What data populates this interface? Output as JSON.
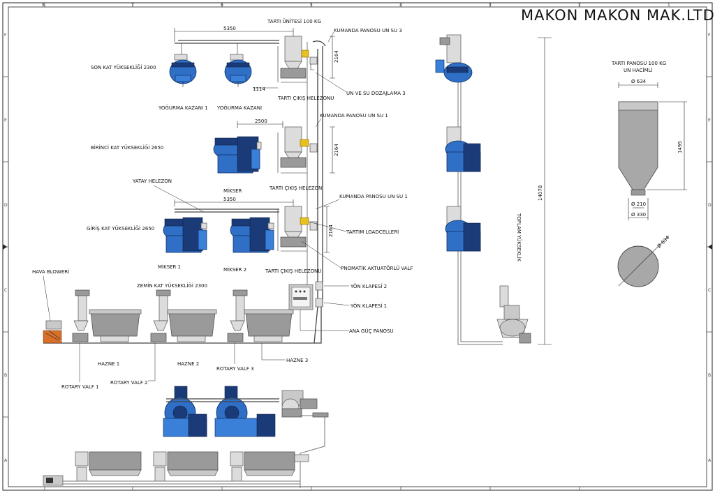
{
  "title": "MAKON MAKON MAK.LTD.",
  "frame": {
    "top_numbers": [
      "8",
      "7",
      "6",
      "5",
      "4",
      "3",
      "2",
      "1"
    ],
    "side_letters": [
      "F",
      "E",
      "D",
      "C",
      "B",
      "A"
    ]
  },
  "labels": {
    "tarti_unitesi": "TARTI  ÜNİTESİ  100 KG",
    "kumanda_3": "KUMANDA PANOSU UN SU 3",
    "son_kat": "SON KAT YÜKSEKLİĞİ 2300",
    "yogurma_1": "YOĞURMA KAZANI 1",
    "yogurma_2": "YOĞURMA KAZANI",
    "tarti_cikis_1": "TARTI ÇIKIŞ  HELEZONU",
    "un_su_dozaj": "UN VE SU DOZAJLAMA  3",
    "kumanda_1a": "KUMANDA PANOSU UN SU 1",
    "birinci_kat": "BİRİNCİ KAT YÜKSEKLİĞİ 2650",
    "mikser": "MİKSER",
    "tarti_cikis_2": "TARTI ÇIKIŞ  HELEZON",
    "yatay_helezon": "YATAY HELEZON",
    "kumanda_1b": "KUMANDA PANOSU UN SU 1",
    "giris_kat": "GİRİŞ KAT YÜKSEKLİĞİ 2650",
    "tartim_load": "TARTIM LOADCELLERİ",
    "mikser_1": "MİKSER 1",
    "mikser_2": "MİKSER 2",
    "tarti_cikis_3": "TARTI ÇIKIŞ HELEZONU",
    "pnomatik": "PNOMATİK AKTUATÖRLÜ VALF",
    "hava_blower": "HAVA BLOWERİ",
    "zemin_kat": "ZEMİN KAT YÜKSEKLİĞİ 2300",
    "yon_klapesi_2": "YÖN KLAPESİ 2",
    "yon_klapesi_1": "YÖN KLAPESİ 1",
    "ana_guc": "ANA GÜÇ PANOSU",
    "hazne_1": "HAZNE 1",
    "hazne_2": "HAZNE 2",
    "hazne_3": "HAZNE 3",
    "rotary_1": "ROTARY VALF 1",
    "rotary_2": "ROTARY VALF 2",
    "rotary_3": "ROTARY VALF 3",
    "toplam_yukseklik": "TOPLAM YÜKSEKLİK",
    "tarti_panosu_1": "TARTI PANOSU 100 KG",
    "tarti_panosu_2": "UN HACİMLİ"
  },
  "dimensions": {
    "d5350_top": "5350",
    "d1114": "1114",
    "d2164_a": "2164",
    "d2500": "2500",
    "d2164_b": "2164",
    "d5350_mid": "5350",
    "d2164_c": "2164",
    "d14078": "14078",
    "d634_top": "Ø 634",
    "d1495": "1495",
    "d210": "Ø 210",
    "d330": "Ø 330",
    "d634_circle": "Ø 634"
  }
}
